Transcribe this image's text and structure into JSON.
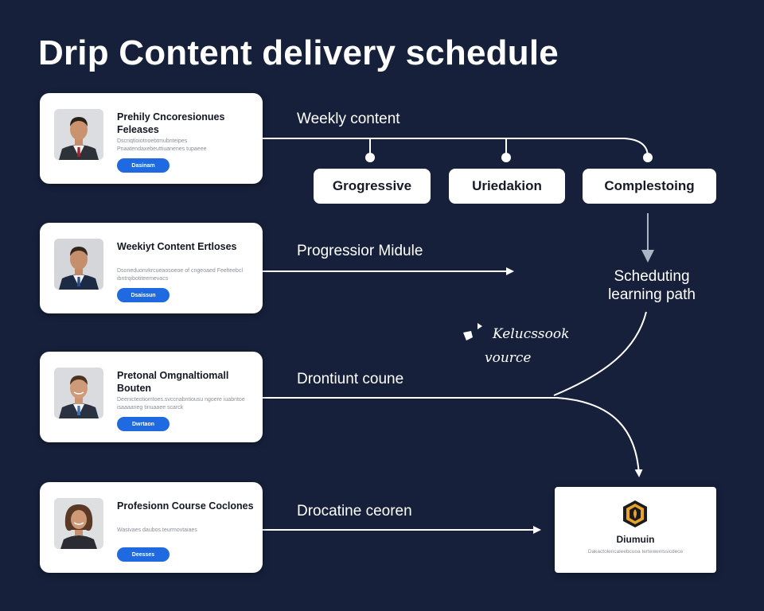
{
  "title": "Drip Content delivery schedule",
  "cards": [
    {
      "title": "Prehily Cncoresionues Feleases",
      "desc": "Dscriqtioiotnoebtmubnteipes Pnaatendaxebeuttiuanenes tupaeee",
      "button": "Dasinam",
      "avatar": "man-red-tie"
    },
    {
      "title": "Weekiyt Content Ertloses",
      "desc": "Dsoneduonvkrcueaosoeoe of cngeoaed Feelteebcl ibntrqibotiteemevacs",
      "button": "Dsaissun",
      "avatar": "man-blue-tie"
    },
    {
      "title": "Pretonal Omgnaltiomall Bouten",
      "desc": "Deenicteotiomtoes.svccnabntiousu ngoere iuabntoe isaaaaneg tinuaaee scarck",
      "button": "Dwrtaon",
      "avatar": "man-smiling"
    },
    {
      "title": "Profesionn Course Coclones",
      "desc": "Wasivaes daubos.teurmovtaiaes",
      "button": "Deesses",
      "avatar": "woman"
    }
  ],
  "flow_labels": {
    "weekly": "Weekly content",
    "progression": "Progressior Midule",
    "drontiunt": "Drontiunt coune",
    "drocatine": "Drocatine ceoren",
    "scheduling": "Scheduting learning path",
    "resource_line1": "Kelucssook",
    "resource_line2": "vource"
  },
  "stages": [
    "Grogressive",
    "Uriedakion",
    "Complestoing"
  ],
  "destination": {
    "title": "Diumuin",
    "desc": "Dakactolencaleebcuoa tertewenlssicdece"
  },
  "colors": {
    "background": "#16203a",
    "button": "#1f6ae0",
    "card": "#ffffff",
    "line": "#ffffff",
    "arrow_down": "#aab6c8",
    "icon_orange": "#e8a42a"
  }
}
